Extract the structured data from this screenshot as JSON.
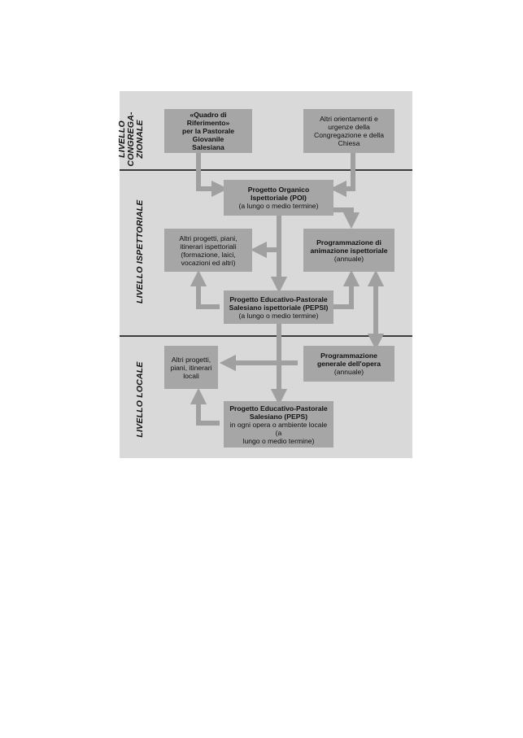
{
  "levels": {
    "congregazionale": [
      "LIVELLO",
      "CONGREGA-",
      "ZIONALE"
    ],
    "ispettoriale": "LIVELLO ISPETTORIALE",
    "locale": "LIVELLO LOCALE"
  },
  "boxes": {
    "quadro": {
      "bold": [
        "«Quadro di Riferimento»",
        "per la Pastorale Giovanile",
        "Salesiana"
      ],
      "normal": []
    },
    "altri_orientamenti": {
      "bold": [],
      "normal": [
        "Altri orientamenti e",
        "urgenze della",
        "Congregazione e della",
        "Chiesa"
      ]
    },
    "poi": {
      "bold": [
        "Progetto Organico",
        "Ispettoriale (POI)"
      ],
      "normal": [
        "(a lungo o medio termine)"
      ]
    },
    "altri_progetti_isp": {
      "bold": [],
      "normal": [
        "Altri progetti, piani,",
        "itinerari ispettoriali",
        "(formazione, laici,",
        "vocazioni ed altri)"
      ]
    },
    "prog_animazione": {
      "bold": [
        "Programmazione di",
        "animazione ispettoriale"
      ],
      "normal": [
        "(annuale)"
      ]
    },
    "pepsi": {
      "bold": [
        "Progetto Educativo-Pastorale",
        "Salesiano ispettoriale (PEPSI)"
      ],
      "normal": [
        "(a lungo o medio termine)"
      ]
    },
    "altri_progetti_loc": {
      "bold": [],
      "normal": [
        "Altri progetti,",
        "piani, itinerari",
        "locali"
      ]
    },
    "prog_generale": {
      "bold": [
        "Programmazione",
        "generale dell'opera"
      ],
      "normal": [
        "(annuale)"
      ]
    },
    "peps": {
      "bold": [
        "Progetto Educativo-Pastorale",
        "Salesiano (PEPS)"
      ],
      "normal": [
        "in ogni opera o ambiente locale (a",
        "lungo o medio termine)"
      ]
    }
  },
  "colors": {
    "panel": "#d9d9d9",
    "box": "#a6a6a6",
    "arrow": "#a0a0a0",
    "divider": "#3c3c3c"
  }
}
